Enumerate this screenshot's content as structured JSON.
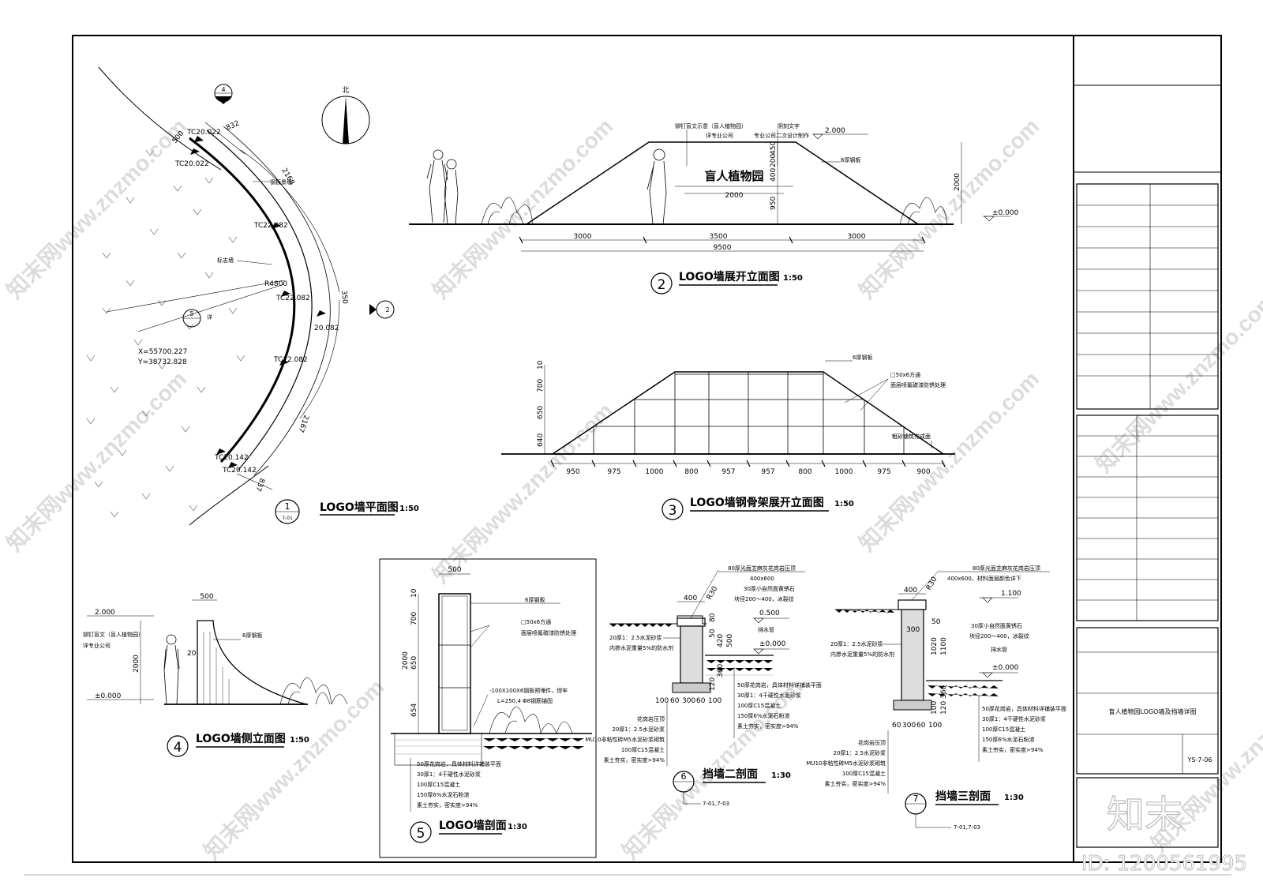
{
  "watermark": {
    "text": "知末网www.znzmo.com",
    "logo": "知末",
    "id": "ID: 1200561995"
  },
  "title_block": {
    "drawing_name": "盲人植物园LOGO墙及挡墙详图",
    "drawing_no": "YS-7-06"
  },
  "north": {
    "label": "北"
  },
  "plan": {
    "title": "LOGO墙平面图",
    "scale": "1:50",
    "index": "1",
    "ref": "7-01",
    "callout_top": "4",
    "callout_mid": "5",
    "callout_mid_sub": "详",
    "callout_side": "2",
    "tc": [
      "TC20.022",
      "TC20.022",
      "TC22.082",
      "TC22.082",
      "TC22.082",
      "20.082",
      "TC20.142",
      "TC20.142"
    ],
    "dims": [
      "832",
      "500",
      "2168",
      "350",
      "2167",
      "837"
    ],
    "labels": {
      "steel": "钢板景墙",
      "logo_wall": "标志墙",
      "radius": "R4800"
    },
    "coord": {
      "x": "X=55700.227",
      "y": "Y=38732.828"
    }
  },
  "elevation": {
    "title": "LOGO墙展开立面图",
    "scale": "1:50",
    "index": "2",
    "sign_text": "盲人植物园",
    "notes": [
      "铆钉盲文示意（盲人植物园）",
      "详专业公司",
      "阴刻文字",
      "专业公司二次设计制作",
      "6厚钢板"
    ],
    "level_top": "2.000",
    "level_base": "±0.000",
    "vdims": [
      "450",
      "200",
      "400",
      "950",
      "2000"
    ],
    "text_width": "2000",
    "hdims": [
      "3000",
      "3500",
      "3000"
    ],
    "total": "9500"
  },
  "frame": {
    "title": "LOGO墙钢骨架展开立面图",
    "scale": "1:50",
    "index": "3",
    "notes": [
      "6厚钢板",
      "□50x6方通",
      "面层喷氟碳漆防锈处理",
      "粗砂铺筑完成面"
    ],
    "vdims": [
      "10",
      "700",
      "650",
      "640"
    ],
    "hdims": [
      "950",
      "975",
      "1000",
      "800",
      "957",
      "957",
      "800",
      "1000",
      "975",
      "900"
    ]
  },
  "side": {
    "title": "LOGO墙侧立面图",
    "scale": "1:50",
    "index": "4",
    "level_top": "2.000",
    "level_base": "±0.000",
    "notes": [
      "铆钉盲文（盲人植物园）",
      "详专业公司",
      "6厚钢板"
    ],
    "dims": [
      "500",
      "20",
      "2000"
    ]
  },
  "section": {
    "title": "LOGO墙剖面",
    "scale": "1:30",
    "index": "5",
    "top_dim": "500",
    "vdims": [
      "10",
      "700",
      "650",
      "2000",
      "654"
    ],
    "notes": [
      "6厚钢板",
      "□50x6方通",
      "面层喷氟碳漆防锈处理",
      "-100X100X6钢板预埋件，焊牢",
      "L=250,4 Φ8钢筋锚固"
    ],
    "layers": [
      "50厚花岗岩，具体材料详铺装平面",
      "30厚1：4干硬性水泥砂浆",
      "100厚C15混凝土",
      "150厚6%水泥石粉渣",
      "素土夯实，密实度>94%"
    ]
  },
  "wall2": {
    "title": "挡墙二剖面",
    "scale": "1:30",
    "index": "6",
    "ref": "7-01,7-03",
    "top_notes": [
      "80厚光面芝麻灰花岗岩压顶",
      "400x600",
      "30厚小自然面黄锈石",
      "块径200～400，冰裂纹"
    ],
    "levels": [
      "0.500",
      "±0.000"
    ],
    "dims": [
      "400",
      "R30",
      "80",
      "50",
      "420",
      "500",
      "360",
      "120",
      "100",
      "60",
      "300",
      "60",
      "100"
    ],
    "side_notes": [
      "20厚1：2.5水泥砂浆",
      "内掺水泥重量5%的防水剂",
      "排水管"
    ],
    "layers": [
      "50厚花岗岩，具体材料详铺装平面",
      "30厚1：4干硬性水泥砂浆",
      "100厚C15混凝土",
      "150厚6%水泥石粉渣",
      "素土夯实，密实度>94%"
    ],
    "left_layers": [
      "花岗岩压顶",
      "20厚1：2.5水泥砂浆",
      "MU10非粘性砖M5水泥砂浆砌筑",
      "100厚C15混凝土",
      "素土夯实，密实度>94%"
    ]
  },
  "wall3": {
    "title": "挡墙三剖面",
    "scale": "1:30",
    "index": "7",
    "ref": "7-01,7-03",
    "top_notes": [
      "80厚光面芝麻灰花岗岩压顶",
      "400x600，材料面层颜色详下",
      "1.100"
    ],
    "levels": [
      "1.100",
      "±0.000"
    ],
    "dims": [
      "400",
      "R30",
      "50",
      "300",
      "1020",
      "1100",
      "360",
      "100",
      "120",
      "60",
      "300",
      "60",
      "100"
    ],
    "side_notes": [
      "30厚小自然面黄锈石",
      "块径200～400，冰裂纹",
      "排水管",
      "20厚1：2.5水泥砂浆",
      "内掺水泥重量5%的防水剂"
    ],
    "layers": [
      "50厚花岗岩，具体材料详铺装平面",
      "30厚1：4干硬性水泥砂浆",
      "100厚C15混凝土",
      "150厚6%水泥石粉渣",
      "素土夯实，密实度>94%"
    ],
    "left_layers": [
      "花岗岩压顶",
      "20厚1：2.5水泥砂浆",
      "MU10非粘性砖M5水泥砂浆砌筑",
      "100厚C15混凝土",
      "素土夯实，密实度>94%"
    ]
  }
}
